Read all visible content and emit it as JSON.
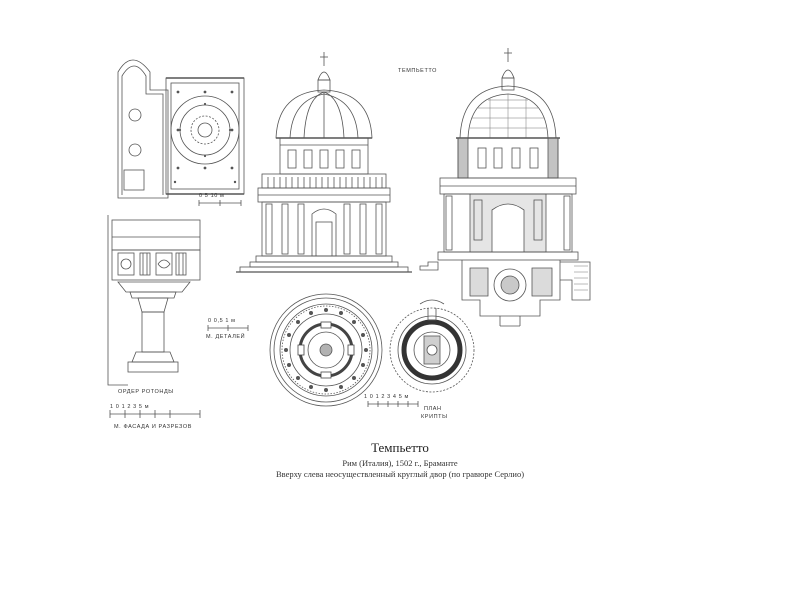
{
  "labels": {
    "tempietto": "ТЕМПЬЕТТО",
    "scale_fragment": "0  5  10 м",
    "scale_details": "0  0,5  1 м",
    "details": "М. ДЕТАЛЕЙ",
    "order_rotunda": "ОРДЕР РОТОНДЫ",
    "scale_main": "1  0  1  2  3  5 м",
    "facade_sections": "М. ФАСАДА И РАЗРЕЗОВ",
    "scale_plans": "1  0  1  2  3  4  5 м",
    "plan_crypt_1": "ПЛАН",
    "plan_crypt_2": "КРИПТЫ"
  },
  "caption": {
    "title": "Темпьетто",
    "subtitle": "Рим (Италия), 1502 г., Браманте",
    "description": "Вверху слева неосуществленный круглый двор (по гравюре Серлио)"
  }
}
